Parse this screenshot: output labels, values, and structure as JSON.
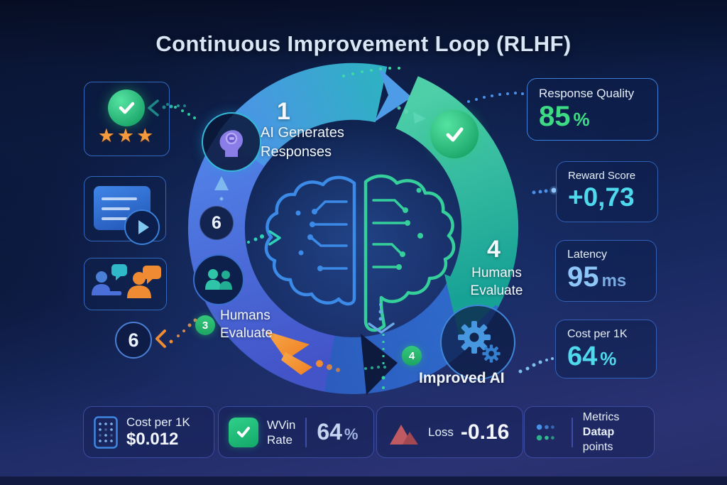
{
  "title": "Continuous Improvement Loop (RLHF)",
  "colors": {
    "green": "#3ddc84",
    "cyan": "#4fd9ec",
    "light_blue": "#8ec7f7",
    "orange": "#f5923e",
    "loop_blue": "#3f8ce6",
    "loop_teal": "#2fb49c",
    "loop_indigo": "#4a63cc",
    "loop_bottom_blue": "#2f6ecf"
  },
  "loop": {
    "step1": {
      "number": "1",
      "line1": "AI Generates",
      "line2": "Responses",
      "icon": "head-gear-icon"
    },
    "step4_right": {
      "number": "4",
      "line1": "Humans",
      "line2": "Evaluate"
    },
    "left_badge": {
      "number": "3",
      "line1": "Humans",
      "line2": "Evaluate",
      "icon": "people-icon"
    },
    "bottom_badge": {
      "number": "4",
      "label": "Improved AI",
      "icon": "gears-icon"
    },
    "arc_circle_number": "6",
    "top_check_icon": "check-circle-icon"
  },
  "left_panel": {
    "rating_card": {
      "icon": "check-circle-icon",
      "stars": "★★★"
    },
    "chat_card": {
      "icon": "chat-play-icon"
    },
    "people_card": {
      "icon": "people-chat-icon"
    },
    "circle_number": "6"
  },
  "right_metrics": [
    {
      "label": "Response Quality",
      "value": "85",
      "unit": "%"
    },
    {
      "label": "Reward Score",
      "value": "+0,73",
      "unit": ""
    },
    {
      "label": "Latency",
      "value": "95",
      "unit": "ms"
    },
    {
      "label": "Cost per 1K",
      "value": "64",
      "unit": "%"
    }
  ],
  "bottom_metrics": {
    "cost": {
      "icon": "calculator-icon",
      "label": "Cost per 1K",
      "value": "$0.012"
    },
    "win_rate": {
      "icon": "check-square-icon",
      "label_line1": "WVin",
      "label_line2": "Rate",
      "value": "64",
      "unit": "%"
    },
    "loss": {
      "icon": "mountain-icon",
      "label": "Loss",
      "value": "-0.16"
    },
    "metrics": {
      "icon": "dots-icon",
      "line1": "Metrics",
      "line2_bold": "Datap",
      "line2_rest": "points"
    }
  }
}
